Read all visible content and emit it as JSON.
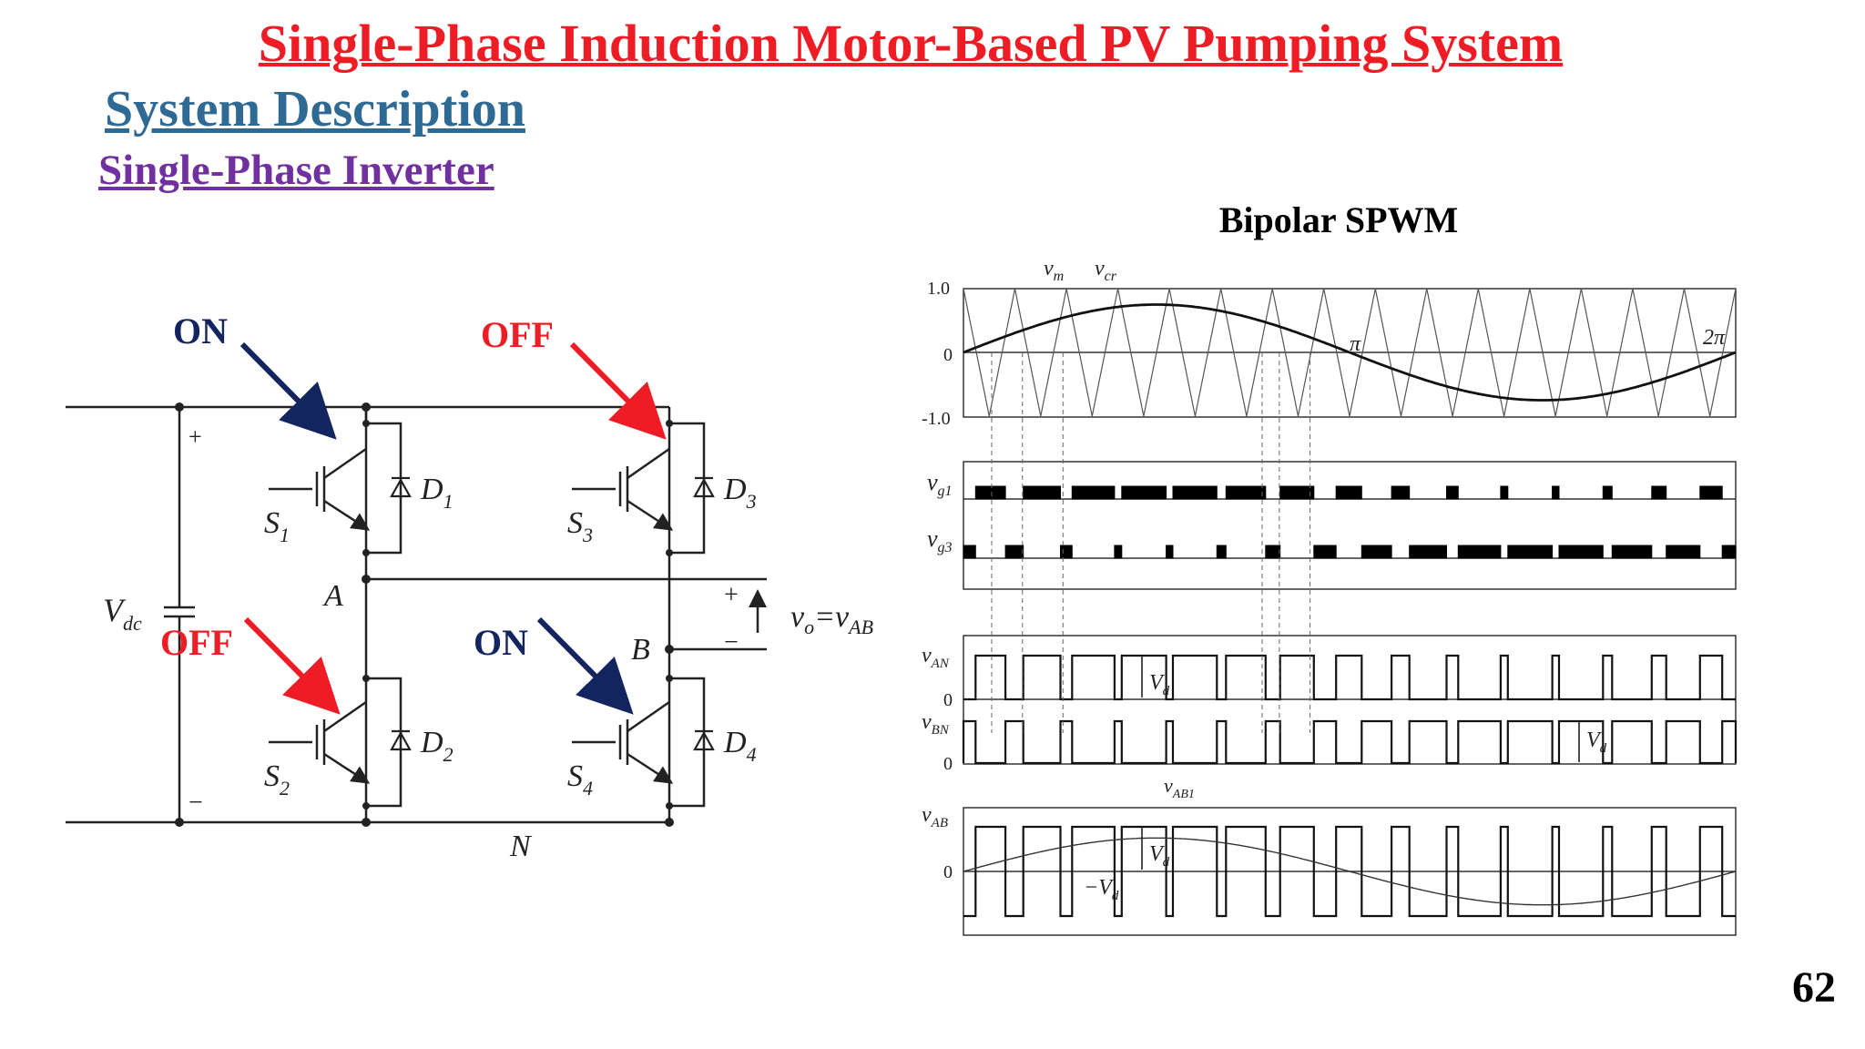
{
  "slide": {
    "title": "Single-Phase Induction Motor-Based PV Pumping System",
    "subtitle": "System Description",
    "subsubtitle": "Single-Phase Inverter",
    "slide_number": "62",
    "chart_heading": "Bipolar SPWM",
    "colors": {
      "title": "#ee1c24",
      "subtitle": "#2e6a93",
      "subsubtitle": "#7030a0",
      "on": "#13255f",
      "off": "#ee1c24"
    }
  },
  "annotations": {
    "s1_state": "ON",
    "s3_state": "OFF",
    "s2_state": "OFF",
    "s4_state": "ON"
  },
  "circuit": {
    "vdc": "V",
    "vdc_sub": "dc",
    "plus": "+",
    "minus": "−",
    "node_a": "A",
    "node_b": "B",
    "node_n": "N",
    "switches": [
      "S",
      "S",
      "S",
      "S"
    ],
    "switch_subs": [
      "1",
      "2",
      "3",
      "4"
    ],
    "diodes": [
      "D",
      "D",
      "D",
      "D"
    ],
    "diode_subs": [
      "1",
      "2",
      "3",
      "4"
    ],
    "vo_label": "v",
    "vo_sub": "o",
    "vo_eq": "=v",
    "vo_eq_sub": "AB",
    "vo_plus": "+",
    "vo_minus": "−"
  },
  "waveform_labels": {
    "vm": "v",
    "vm_sub": "m",
    "vcr": "v",
    "vcr_sub": "cr",
    "y_top": "1.0",
    "y_zero": "0",
    "y_bottom": "-1.0",
    "pi": "π",
    "two_pi": "2π",
    "vg1": "v",
    "vg1_sub": "g1",
    "vg3": "v",
    "vg3_sub": "g3",
    "van": "v",
    "van_sub": "AN",
    "vbn": "v",
    "vbn_sub": "BN",
    "vab": "v",
    "vab_sub": "AB",
    "vab1": "v",
    "vab1_sub": "AB1",
    "vd": "V",
    "vd_sub": "d",
    "neg_vd": "−V",
    "neg_vd_sub": "d",
    "zero": "0"
  },
  "chart_data": {
    "type": "line",
    "title": "Bipolar SPWM",
    "x_range": [
      0,
      6.283
    ],
    "ylim": [
      -1.0,
      1.0
    ],
    "series": [
      {
        "name": "v_m",
        "function": "0.75*sin(x)"
      },
      {
        "name": "v_cr",
        "function": "triangle",
        "periods": 15,
        "amplitude": 1.0
      }
    ],
    "modulation_index": 0.75,
    "carrier_cycles": 15
  }
}
